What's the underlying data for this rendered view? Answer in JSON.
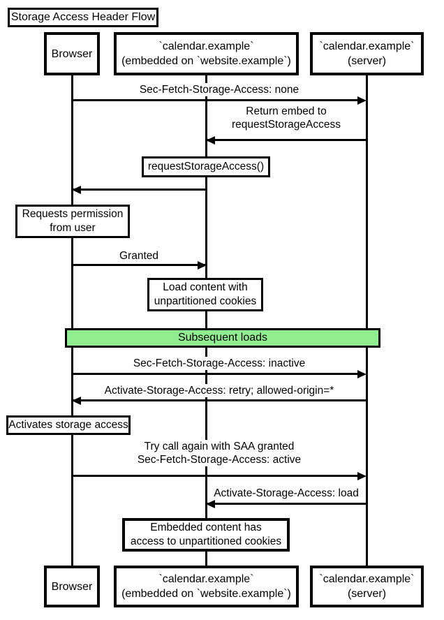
{
  "diagram": {
    "title": "Storage Access Header Flow",
    "participants": [
      {
        "id": "browser",
        "label": "Browser"
      },
      {
        "id": "embed",
        "label": "`calendar.example`\n(embedded on `website.example`)"
      },
      {
        "id": "server",
        "label": "`calendar.example`\n(server)"
      }
    ],
    "messages": [
      {
        "from": "browser",
        "to": "server",
        "label": "Sec-Fetch-Storage-Access: none"
      },
      {
        "from": "server",
        "to": "embed",
        "label": "Return embed to\nrequestStorageAccess"
      },
      {
        "from": "embed",
        "to": "browser",
        "label": ""
      },
      {
        "from": "browser",
        "to": "embed",
        "label": "Granted"
      },
      {
        "from": "browser",
        "to": "server",
        "label": "Sec-Fetch-Storage-Access: inactive"
      },
      {
        "from": "server",
        "to": "browser",
        "label": "Activate-Storage-Access: retry; allowed-origin=*"
      },
      {
        "from": "browser",
        "to": "server",
        "label": "Try call again with SAA granted\nSec-Fetch-Storage-Access: active"
      },
      {
        "from": "server",
        "to": "embed",
        "label": "Activate-Storage-Access: load"
      }
    ],
    "notes": [
      {
        "over": "embed",
        "text": "requestStorageAccess()"
      },
      {
        "over": "browser",
        "text": "Requests permission\nfrom user"
      },
      {
        "over": "embed",
        "text": "Load content with\nunpartitioned cookies"
      },
      {
        "over": "browser",
        "text": "Activates storage access"
      },
      {
        "over": "embed",
        "text": "Embedded content has\naccess to unpartitioned cookies"
      }
    ],
    "divider": {
      "label": "Subsequent loads",
      "fill": "#90EE90"
    },
    "colors": {
      "stroke": "#000000",
      "canvas": "#ffffff",
      "box_fill": "#ffffff",
      "divider_fill": "#90EE90"
    }
  }
}
